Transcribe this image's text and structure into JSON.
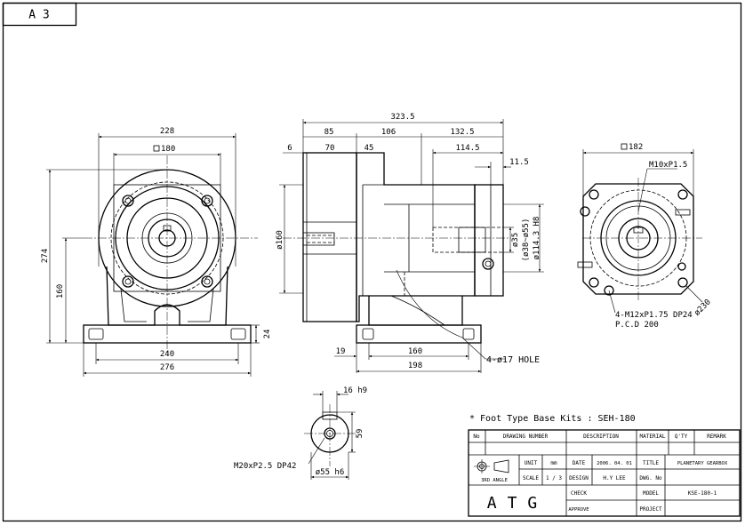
{
  "sheet_size": "A 3",
  "front_view": {
    "width_top": "228",
    "square": "180",
    "height_total": "274",
    "center_height": "160",
    "base_thickness": "24",
    "hole_span": "240",
    "base_width": "276"
  },
  "side_view": {
    "overall": "323.5",
    "seg_85": "85",
    "seg_106": "106",
    "seg_132_5": "132.5",
    "seg_6": "6",
    "seg_70": "70",
    "seg_45": "45",
    "seg_114_5": "114.5",
    "seg_11_5": "11.5",
    "dia_160": "ø160",
    "dia_35": "ø35",
    "dia_38_55": "(ø38~ø55)",
    "dia_114_3": "ø114.3 H8",
    "base_19": "19",
    "base_160": "160",
    "base_198": "198",
    "hole_note": "4-ø17 HOLE"
  },
  "right_view": {
    "square": "182",
    "tap_top": "M10xP1.5",
    "tap_corner": "4-M12xP1.75 DP24",
    "pcd": "P.C.D 200",
    "dia_230": "ø230"
  },
  "shaft_detail": {
    "key": "16 h9",
    "height": "59",
    "tap": "M20xP2.5 DP42",
    "dia": "ø55 h6"
  },
  "kit_note": "* Foot Type Base Kits : SEH-180",
  "title_block": {
    "headers": [
      "No",
      "DRAWING NUMBER",
      "DESCRIPTION",
      "MATERIAL",
      "Q'TY",
      "REMARK"
    ],
    "unit_label": "UNIT",
    "unit_value": "mm",
    "scale_label": "SCALE",
    "scale_value": "1 / 3",
    "projection": "3RD ANGLE",
    "date_label": "DATE",
    "date_value": "2006. 04. 01",
    "design_label": "DESIGN",
    "design_value": "H.Y LEE",
    "check_label": "CHECK",
    "approve_label": "APPROVE",
    "title_label": "TITLE",
    "title_value": "PLANETARY GEARBOX",
    "dwg_label": "DWG. No",
    "dwg_value": "",
    "model_label": "MODEL",
    "model_value": "KSE-180-1",
    "project_label": "PROJECT",
    "project_value": "",
    "logo": "ATG"
  }
}
